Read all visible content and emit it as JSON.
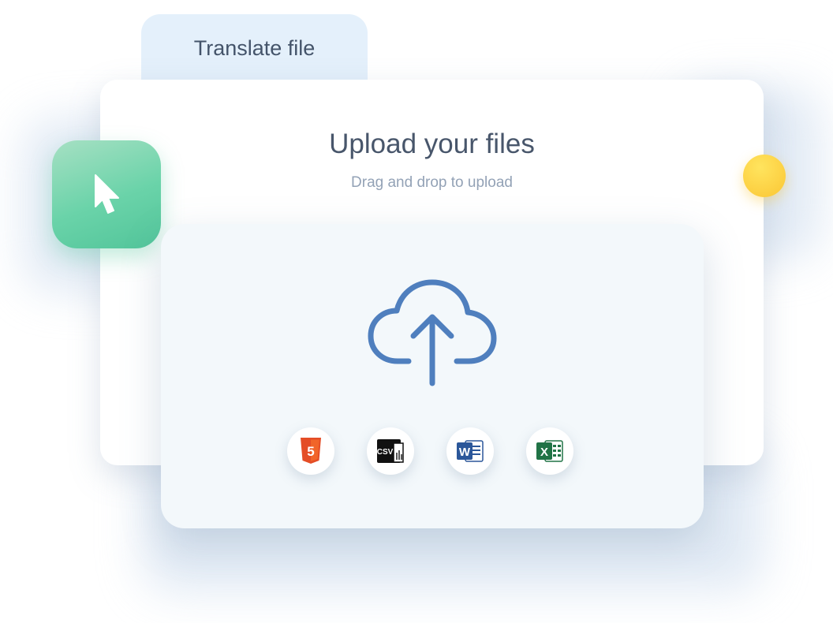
{
  "tab": {
    "label": "Translate file"
  },
  "card": {
    "title": "Upload your files",
    "subtitle": "Drag and drop to upload"
  },
  "dropzone": {
    "icon": "cloud-upload-icon",
    "formats": [
      {
        "name": "html5-icon",
        "glyph": "5",
        "color": "#e44d26"
      },
      {
        "name": "csv-icon",
        "glyph": "CSV",
        "color": "#111111"
      },
      {
        "name": "word-icon",
        "glyph": "W",
        "color": "#2b579a"
      },
      {
        "name": "excel-icon",
        "glyph": "X",
        "color": "#217346"
      }
    ]
  },
  "decor": {
    "cursor_tile": "cursor-icon",
    "accent_green": "#6ad3a9",
    "accent_yellow": "#fbc634",
    "icon_blue": "#4f7fbe"
  }
}
